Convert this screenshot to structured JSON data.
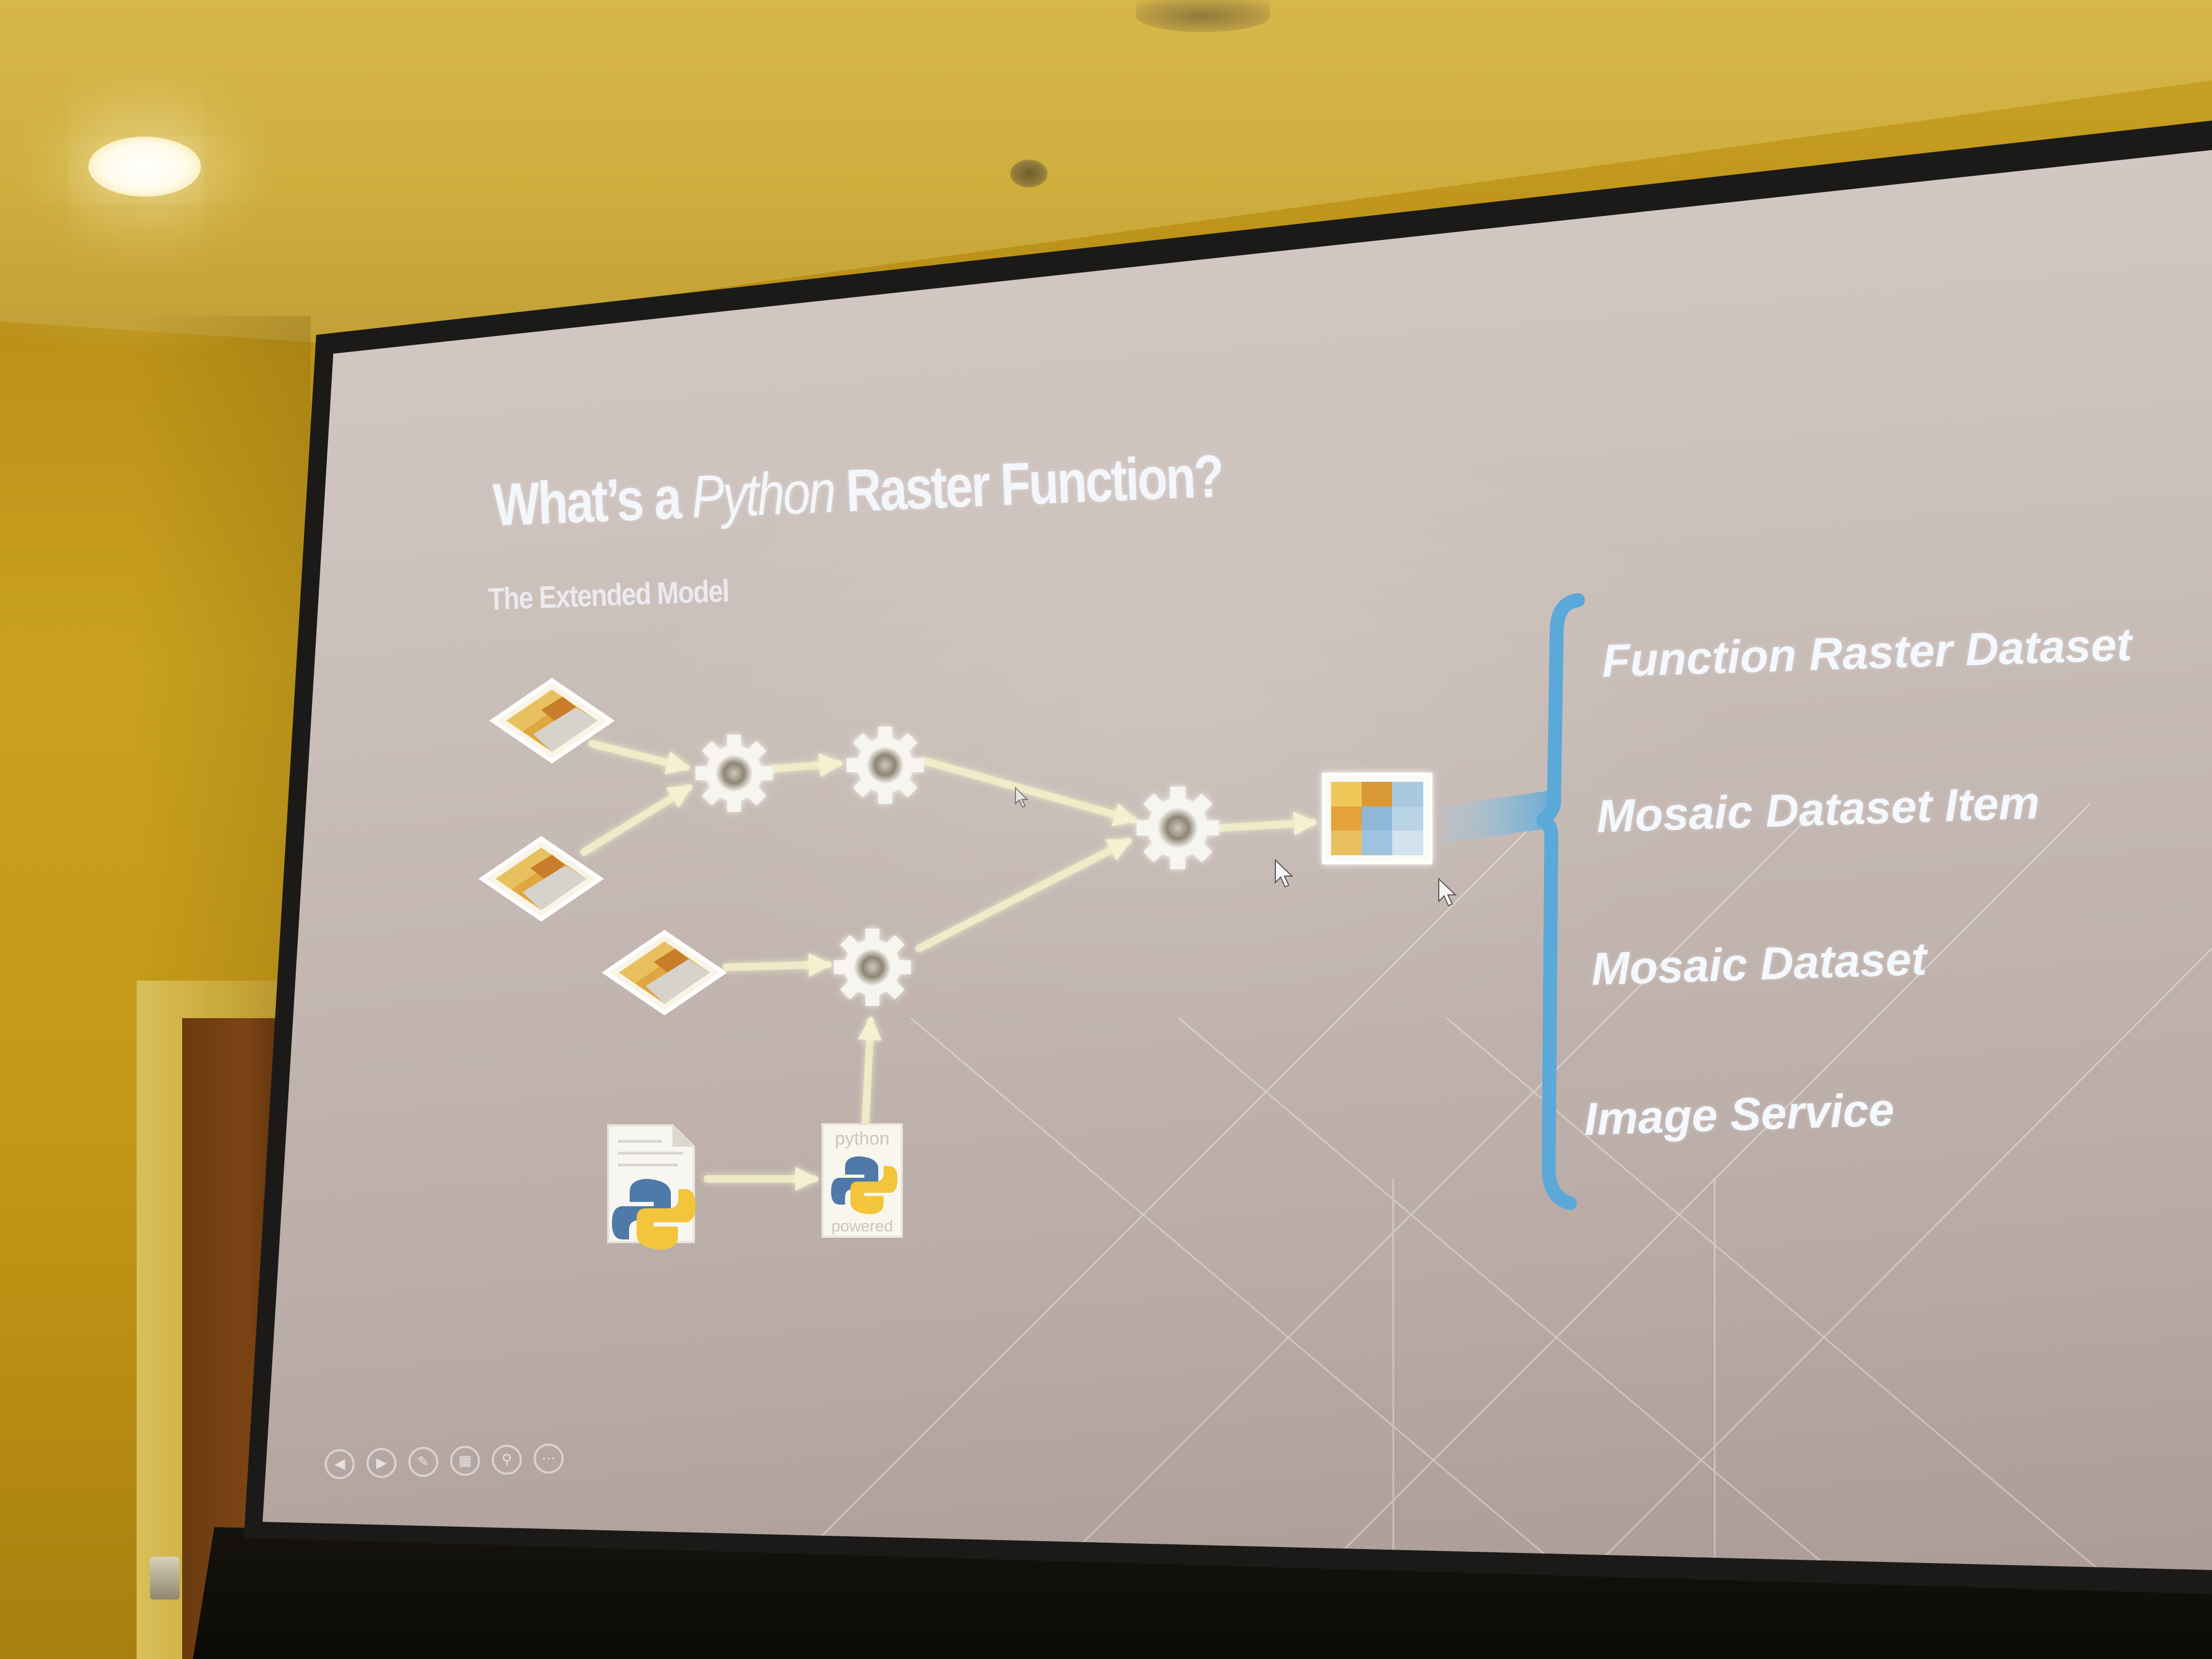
{
  "slide": {
    "title_part1": "What’s a ",
    "title_python": "Python",
    "title_part2": " Raster Function?",
    "subtitle": "The Extended Model",
    "outputs": [
      "Function Raster Dataset",
      "Mosaic Dataset Item",
      "Mosaic Dataset",
      "Image Service"
    ],
    "python_badge_top": "python",
    "python_badge_bottom": "powered"
  },
  "icons": {
    "raster_inputs": [
      "raster-tile-icon",
      "raster-tile-icon",
      "raster-tile-icon"
    ],
    "functions": [
      "gear-icon",
      "gear-icon",
      "gear-icon",
      "gear-icon"
    ],
    "script": "python-file-icon",
    "badge": "python-powered-icon",
    "output": "output-raster-icon",
    "controls": [
      "previous-slide-icon",
      "next-slide-icon",
      "pen-icon",
      "slides-icon",
      "zoom-icon",
      "more-icon"
    ]
  },
  "colors": {
    "wall": "#c49c1f",
    "screen": "#cabeb9",
    "arrow": "#f2f0cc",
    "bracket": "#5aa9d8",
    "text": "#f4f8ff"
  }
}
